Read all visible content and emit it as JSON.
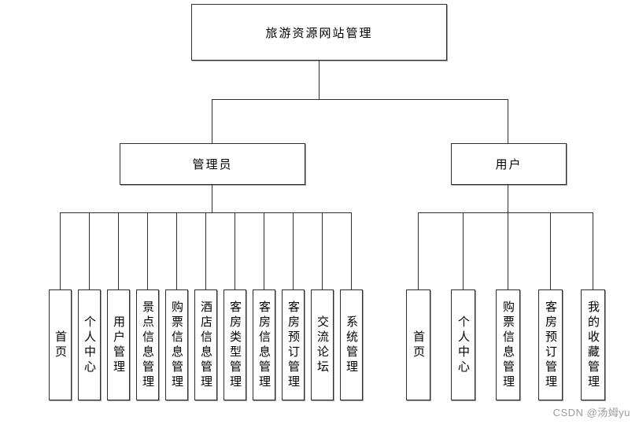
{
  "diagram": {
    "root": {
      "label": "旅游资源网站管理"
    },
    "branches": [
      {
        "label": "管理员",
        "children": [
          "首页",
          "个人中心",
          "用户管理",
          "景点信息管理",
          "购票信息管理",
          "酒店信息管理",
          "客房类型管理",
          "客房信息管理",
          "客房预订管理",
          "交流论坛",
          "系统管理"
        ]
      },
      {
        "label": "用户",
        "children": [
          "首页",
          "个人中心",
          "购票信息管理",
          "客房预订管理",
          "我的收藏管理"
        ]
      }
    ]
  },
  "watermark": {
    "text": "CSDN @汤姆yu"
  },
  "colors": {
    "line": "#2f2f2f",
    "box_border": "#2f2f2f",
    "box_shadow": "#9b9b9b",
    "background": "#ffffff",
    "text": "#000000",
    "watermark": "#9c9c9c"
  }
}
